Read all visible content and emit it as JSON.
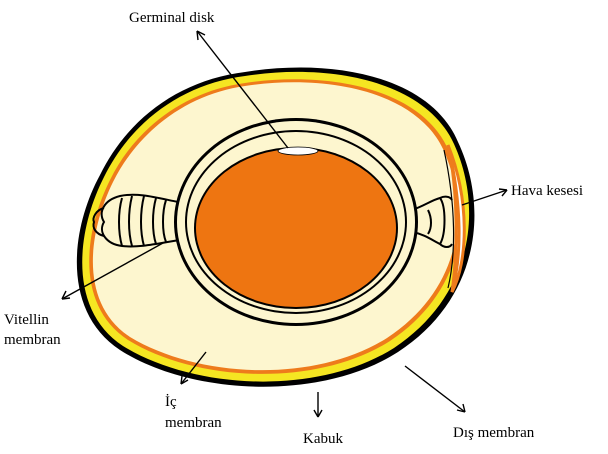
{
  "diagram": {
    "labels": {
      "germinal_disk": "Germinal disk",
      "hava_kesesi": "Hava kesesi",
      "vitellin_line1": "Vitellin",
      "vitellin_line2": "membran",
      "ic_line1": "İç",
      "ic_line2": "membran",
      "kabuk": "Kabuk",
      "dis_membran": "Dış membran"
    },
    "colors": {
      "background": "#ffffff",
      "egg_white": "#fdf6cf",
      "shell_yellow": "#f5e622",
      "membrane_orange": "#ee7b1c",
      "yolk": "#ee7511",
      "yolk_cream": "#fdf6cf",
      "outline": "#000000",
      "germinal_disk": "#ffffff"
    }
  }
}
